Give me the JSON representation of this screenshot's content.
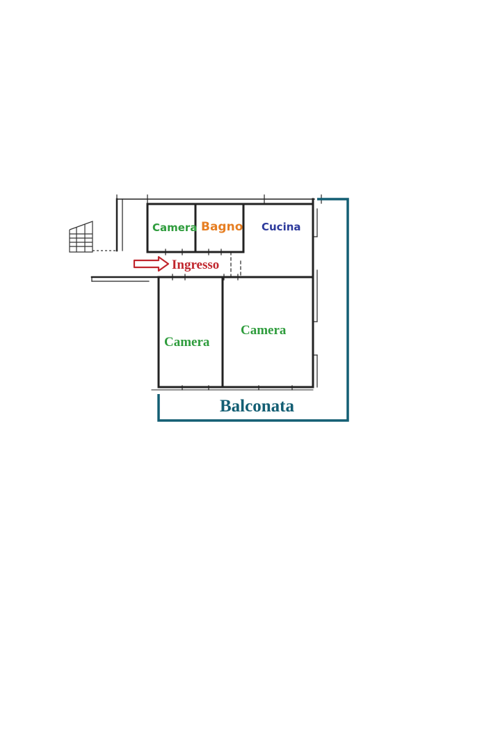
{
  "floorplan": {
    "rooms": [
      {
        "id": "camera_small",
        "label": "Camera",
        "color": "#2e9c3c"
      },
      {
        "id": "bagno",
        "label": "Bagno",
        "color": "#e67e22"
      },
      {
        "id": "cucina",
        "label": "Cucina",
        "color": "#2d3a9c"
      },
      {
        "id": "ingresso",
        "label": "Ingresso",
        "color": "#c0262d"
      },
      {
        "id": "camera_left",
        "label": "Camera",
        "color": "#2e9c3c"
      },
      {
        "id": "camera_right",
        "label": "Camera",
        "color": "#2e9c3c"
      },
      {
        "id": "balconata",
        "label": "Balconata",
        "color": "#135e73"
      }
    ],
    "wall_color": "#222222",
    "balcony_outline_color": "#135e73",
    "arrow_color": "#c0262d"
  }
}
